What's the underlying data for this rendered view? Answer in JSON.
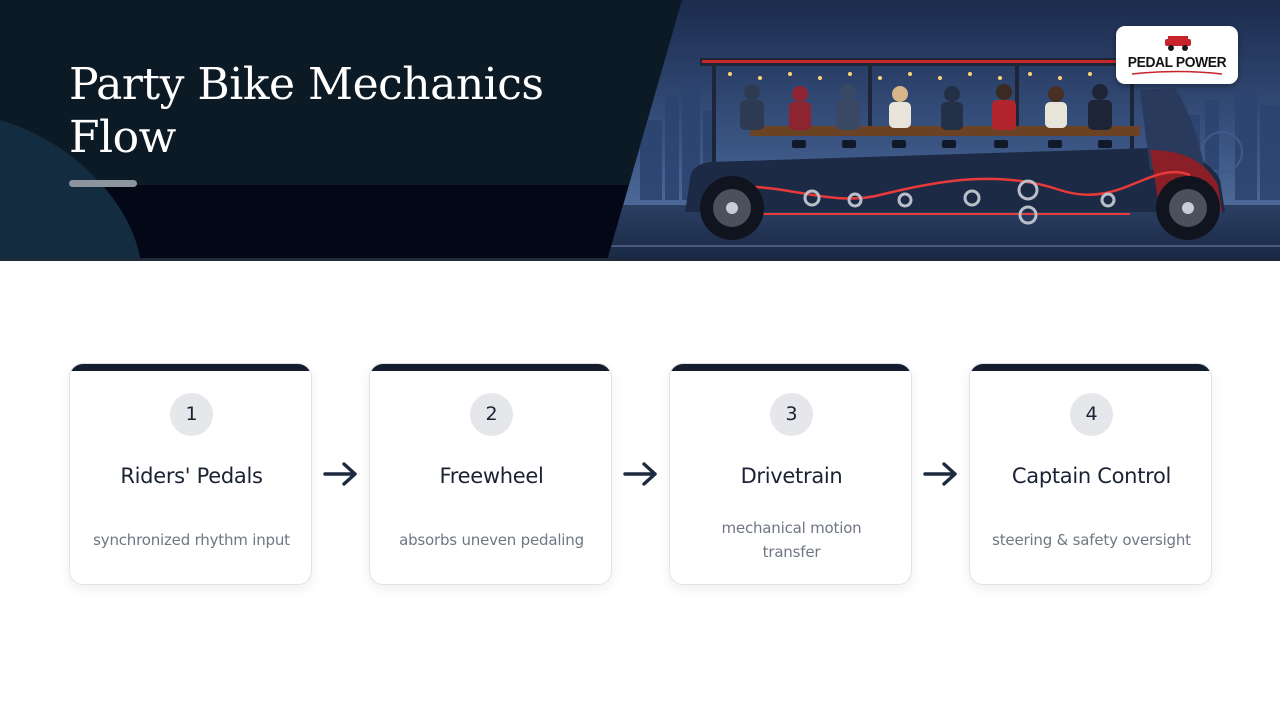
{
  "header": {
    "title": "Party Bike Mechanics Flow",
    "logo_text": "PEDAL POWER"
  },
  "colors": {
    "header_dark": "#0c1a26",
    "accent_red": "#c8242c",
    "card_bar": "#141d2e",
    "step_circle": "#e5e7ea",
    "muted_text": "#6f7783"
  },
  "flow": {
    "steps": [
      {
        "number": "1",
        "title": "Riders' Pedals",
        "description": "synchronized rhythm input"
      },
      {
        "number": "2",
        "title": "Freewheel",
        "description": "absorbs uneven pedaling"
      },
      {
        "number": "3",
        "title": "Drivetrain",
        "description": "mechanical motion transfer"
      },
      {
        "number": "4",
        "title": "Captain Control",
        "description": "steering & safety oversight"
      }
    ],
    "connector_icon": "arrow-right-icon"
  }
}
